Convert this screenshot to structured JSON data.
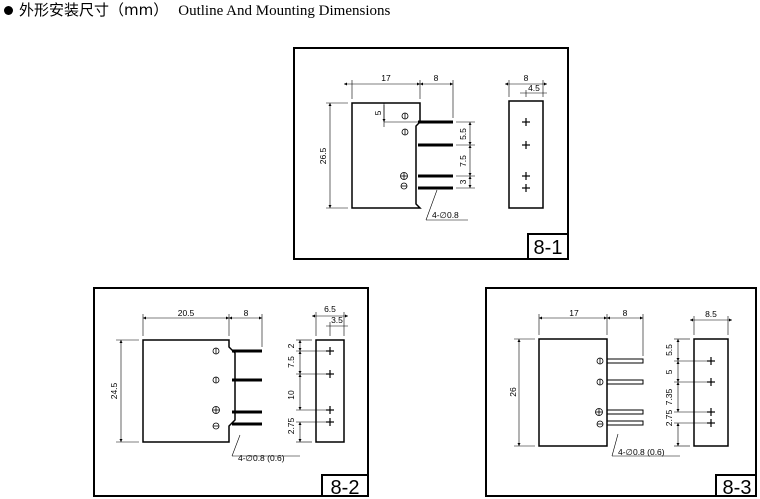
{
  "header": {
    "title_zh": "外形安装尺寸（mm）",
    "title_en": "Outline And Mounting Dimensions"
  },
  "diagrams": [
    {
      "id": "8-1",
      "label": "8-1",
      "dims": {
        "width_body": "17",
        "pin_len": "8",
        "height": "26.5",
        "top_off": "5",
        "pitch1": "5.5",
        "pitch2": "7.5",
        "pitch3": "3",
        "side_width": "8",
        "side_off": "4.5",
        "pin_note": "4-∅0.8"
      }
    },
    {
      "id": "8-2",
      "label": "8-2",
      "dims": {
        "width_body": "20.5",
        "pin_len": "8",
        "height": "24.5",
        "pitch_top": "2",
        "pitch1": "7.5",
        "pitch2": "10",
        "pitch3": "2.75",
        "side_width": "6.5",
        "side_off": "3.5",
        "pin_note": "4-∅0.8 (0.6)"
      }
    },
    {
      "id": "8-3",
      "label": "8-3",
      "dims": {
        "width_body": "17",
        "pin_len": "8",
        "height": "26",
        "pitch1": "5.5",
        "pitch2": "5",
        "pitch3": "7.35",
        "pitch4": "2.75",
        "side_width": "8.5",
        "pin_note": "4-∅0.8 (0.6)"
      }
    }
  ],
  "pin_symbols": {
    "ac": "⦶",
    "plus": "⊕",
    "minus": "⊖",
    "side_mark": "+"
  }
}
